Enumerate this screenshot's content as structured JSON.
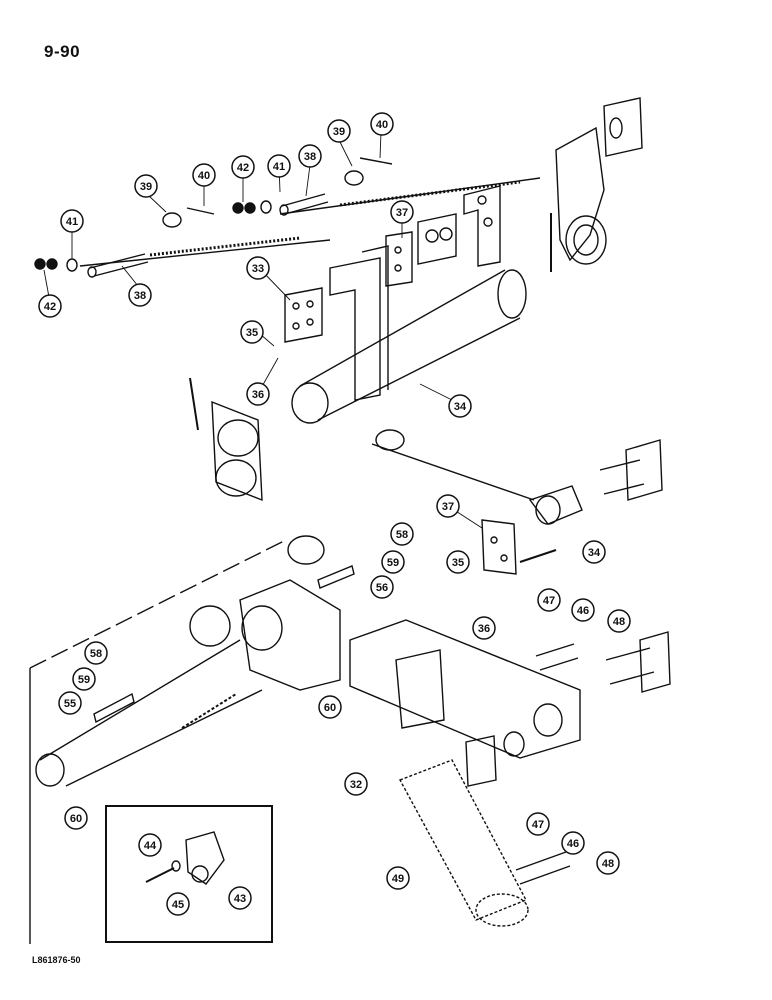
{
  "page": {
    "number": "9-90",
    "ref_code": "L861876-50"
  },
  "callouts": [
    {
      "label": "40"
    },
    {
      "label": "39"
    },
    {
      "label": "42"
    },
    {
      "label": "41"
    },
    {
      "label": "38"
    },
    {
      "label": "39"
    },
    {
      "label": "40"
    },
    {
      "label": "41"
    },
    {
      "label": "42"
    },
    {
      "label": "38"
    },
    {
      "label": "37"
    },
    {
      "label": "33"
    },
    {
      "label": "35"
    },
    {
      "label": "36"
    },
    {
      "label": "34"
    },
    {
      "label": "37"
    },
    {
      "label": "58"
    },
    {
      "label": "59"
    },
    {
      "label": "56"
    },
    {
      "label": "34"
    },
    {
      "label": "35"
    },
    {
      "label": "47"
    },
    {
      "label": "46"
    },
    {
      "label": "48"
    },
    {
      "label": "36"
    },
    {
      "label": "58"
    },
    {
      "label": "59"
    },
    {
      "label": "55"
    },
    {
      "label": "60"
    },
    {
      "label": "32"
    },
    {
      "label": "60"
    },
    {
      "label": "47"
    },
    {
      "label": "46"
    },
    {
      "label": "48"
    },
    {
      "label": "49"
    },
    {
      "label": "44"
    },
    {
      "label": "45"
    },
    {
      "label": "43"
    }
  ],
  "callout_count_note": ""
}
